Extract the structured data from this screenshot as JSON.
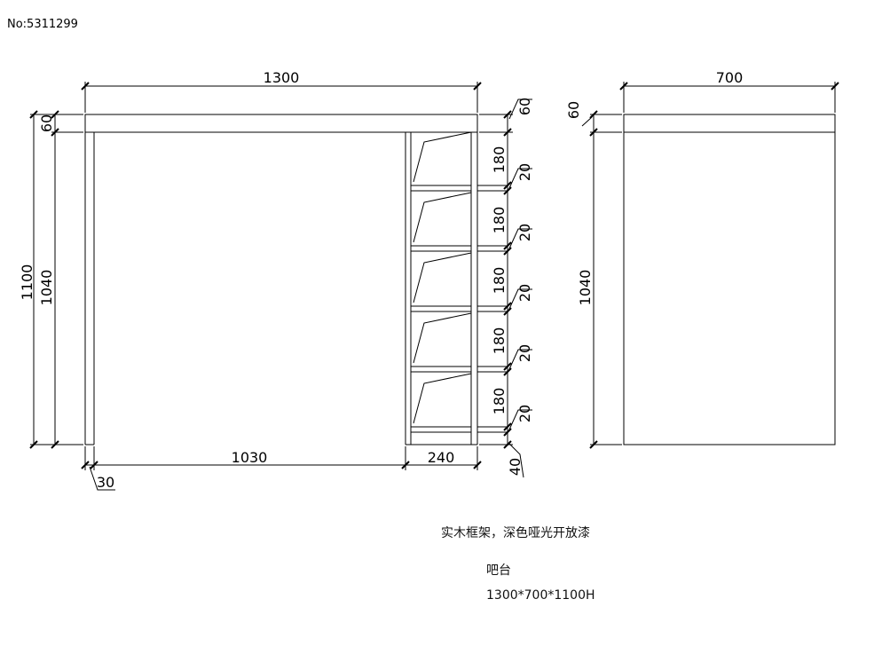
{
  "watermark": "No:5311299",
  "front_view": {
    "dims": {
      "total_width": "1300",
      "top_thickness": "60",
      "total_height": "1100",
      "leg_height": "1040",
      "opening_width": "1030",
      "shelf_width": "240",
      "leg_width": "30",
      "shelf_gap": "180",
      "shelf_thickness": "20",
      "bottom_gap": "40"
    }
  },
  "side_view": {
    "dims": {
      "depth": "700",
      "top_thickness": "60",
      "leg_height": "1040"
    }
  },
  "notes": {
    "material": "实木框架，深色哑光开放漆",
    "name": "吧台",
    "size": "1300*700*1100H"
  }
}
